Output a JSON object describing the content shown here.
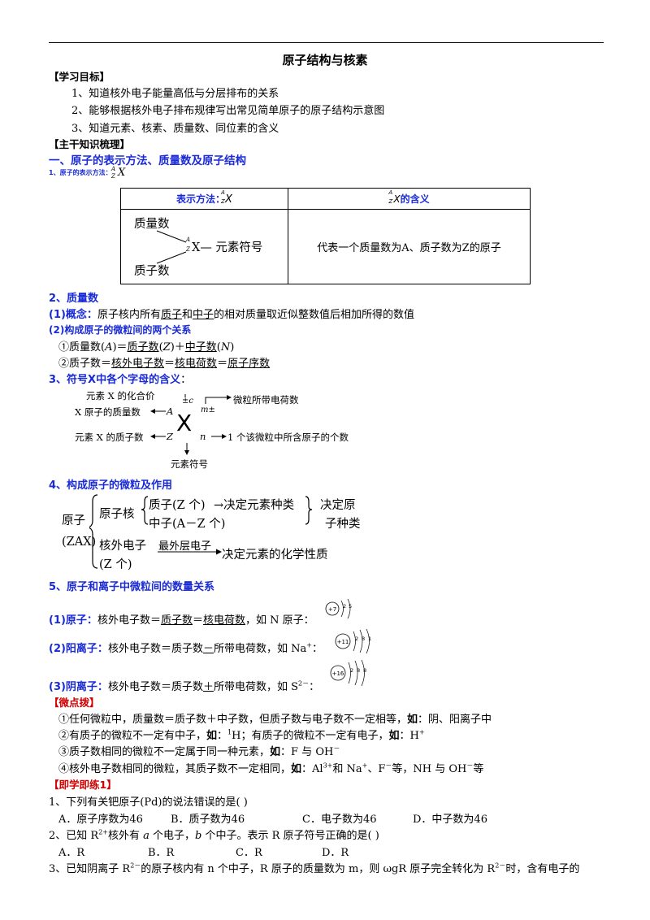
{
  "title": "原子结构与核素",
  "goals": {
    "tag": "【学习目标】",
    "items": [
      "1、知道核外电子能量高低与分层排布的关系",
      "2、能够根据核外电子排布规律写出常见简单原子的原子结构示意图",
      "3、知道元素、核素、质量数、同位素的含义"
    ]
  },
  "review_tag": "【主干知识梳理】",
  "section1": {
    "heading": "一、原子的表示方法、质量数及原子结构",
    "subhead": "1、原子的表示方法：",
    "nuclide": {
      "A": "A",
      "Z": "Z",
      "X": "X"
    },
    "table": {
      "head_left": "表示方法：",
      "head_right": "的含义",
      "mass_label": "质量数",
      "proton_label": "质子数",
      "symbol_text": "X— 元素符号",
      "meaning": "代表一个质量数为A、质子数为Z的原子"
    }
  },
  "section2": {
    "heading": "2、质量数",
    "concept_tag": "(1)概念：",
    "concept_parts": [
      "原子核内所有",
      "质子",
      "和",
      "中子",
      "的相对质量取近似整数值后相加所得的数值"
    ],
    "relations_tag": "(2)构成原子的微粒间的两个关系",
    "rel1_parts": [
      "①质量数(",
      "A",
      ")＝",
      "质子数",
      "(",
      "Z",
      ")＋",
      "中子数",
      "(",
      "N",
      ")"
    ],
    "rel2_parts": [
      "②质子数＝",
      "核外电子数",
      "＝",
      "核电荷数",
      "＝",
      "原子序数"
    ]
  },
  "section3": {
    "heading": "3、符号X中各个字母的含义",
    "colon": "：",
    "valence_label": "元素 X 的化合价",
    "mass_label": "X 原子的质量数",
    "charge_label": "微粒所带电荷数",
    "proton_label": "元素 X 的质子数",
    "count_label": "1 个该微粒中所含原子的个数",
    "symbol_label": "元素符号",
    "pm_c": "±c",
    "m_pm": "m±",
    "A": "A",
    "Z": "Z",
    "n": "n",
    "X": "X"
  },
  "section4": {
    "heading": "4、构成原子的微粒及作用",
    "atom": "原子",
    "atom_sym": "(ZAX)",
    "nucleus": "原子核",
    "proton": "质子(Z 个)",
    "neutron": "中子(A－Z 个)",
    "decide_element": "→决定元素种类",
    "decide_atom": [
      "决定原",
      "子种类"
    ],
    "electron": "核外电子",
    "electron_count": "(Z 个)",
    "outer": "最外层电子",
    "decide_chem": "决定元素的化学性质"
  },
  "section5": {
    "heading": "5、原子和离子中微粒间的数量关系",
    "atom_tag": "(1)原子：",
    "atom_parts": [
      "核外电子数＝",
      "质子数",
      "＝",
      "核电荷数",
      "，如 N 原子："
    ],
    "cation_tag": "(2)阳离子：",
    "cation_parts": [
      "核外电子数＝质子数",
      "－",
      "所带电荷数，如 Na",
      "+",
      "："
    ],
    "anion_tag": "(3)阴离子：",
    "anion_parts": [
      "核外电子数＝质子数",
      "＋",
      "所带电荷数，如 S",
      "2－",
      "："
    ],
    "diagrams": [
      {
        "nucleus": "+7",
        "shells": [
          "2",
          "5"
        ]
      },
      {
        "nucleus": "+11",
        "shells": [
          "2",
          "8",
          "1"
        ]
      },
      {
        "nucleus": "+16",
        "shells": [
          "2",
          "8",
          "8"
        ]
      }
    ]
  },
  "tips": {
    "tag": "【微点拨】",
    "items": [
      [
        "①任何微粒中，质量数＝质子数＋中子数，但质子数与电子数不一定相等，",
        "如",
        "：阴、阳离子中"
      ],
      [
        "②有质子的微粒不一定有中子，",
        "如",
        "：",
        "1",
        "H；有质子的微粒不一定有电子，",
        "如",
        "：H",
        "+"
      ],
      [
        "③质子数相同的微粒不一定属于同一种元素，",
        "如",
        "：F 与 OH",
        "－"
      ],
      [
        "④核外电子数相同的微粒，其质子数不一定相同，",
        "如",
        "：Al",
        "3+",
        "和 Na",
        "+",
        "、F",
        "－",
        "等，NH 与 OH",
        "－",
        "等"
      ]
    ]
  },
  "practice": {
    "tag": "【即学即练1】",
    "q1": "1、下列有关钯原子(Pd)的说法错误的是(      )",
    "q1_options": [
      "A．原子序数为46",
      "B．质子数为46",
      "C．电子数为46",
      "D．中子数为46"
    ],
    "q2_parts": [
      "2、已知 R",
      "2+",
      "核外有 ",
      "a",
      " 个电子，",
      "b",
      " 个中子。表示 R 原子符号正确的是(      )"
    ],
    "q2_options": [
      "A．R",
      "B．R",
      "C．R",
      "D．R"
    ],
    "q3_parts": [
      "3、已知阴离子 R",
      "2－",
      "的原子核内有 n 个中子，R 原子的质量数为 m，则 ωgR 原子完全转化为 R",
      "2－",
      "时，含有电子的"
    ]
  }
}
